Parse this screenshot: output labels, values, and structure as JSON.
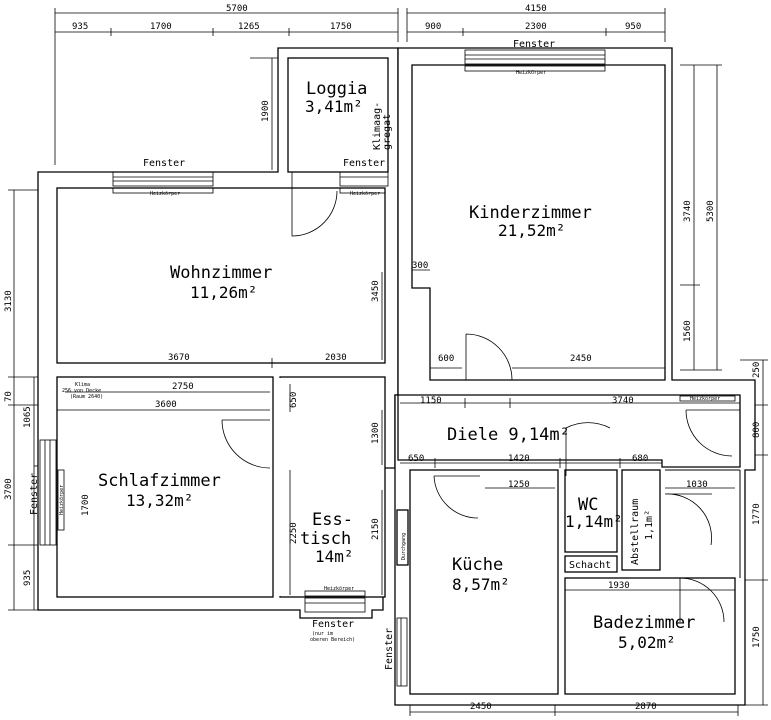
{
  "rooms": {
    "loggia": {
      "name": "Loggia",
      "area": "3,41m²"
    },
    "kinderzimmer": {
      "name": "Kinderzimmer",
      "area": "21,52m²"
    },
    "wohnzimmer": {
      "name": "Wohnzimmer",
      "area": "11,26m²"
    },
    "schlafzimmer": {
      "name": "Schlafzimmer",
      "area": "13,32m²"
    },
    "esstisch": {
      "name1": "Ess-",
      "name2": "tisch",
      "area": "14m²"
    },
    "diele": {
      "label": "Diele 9,14m²"
    },
    "wc": {
      "name": "WC",
      "area": "1,14m²"
    },
    "abstellraum": {
      "name": "Abstellraum",
      "area": "1,1m²"
    },
    "kueche": {
      "name": "Küche",
      "area": "8,57m²"
    },
    "badezimmer": {
      "name": "Badezimmer",
      "area": "5,02m²"
    }
  },
  "labels": {
    "fenster": "Fenster",
    "heizkoerper": "Heizkörper",
    "klimaaggregat1": "Klimaag-",
    "klimaaggregat2": "gregat",
    "schacht": "Schacht",
    "durchgang": "Durchgang",
    "fenster_oben1": "(nur im",
    "fenster_oben2": "oberen Bereich)",
    "klima1": "Klima",
    "klima2": "256 von Decke",
    "klima3": "(Raum 2640)"
  },
  "dimensions": {
    "top_total_left": "5700",
    "top_left": [
      "935",
      "1700",
      "1265",
      "1750"
    ],
    "top_total_right": "4150",
    "top_right": [
      "900",
      "2300",
      "950"
    ],
    "loggia_height": "1900",
    "kinder_right_outer": "5300",
    "kinder_right_inner": [
      "3740",
      "1560"
    ],
    "left_outer": [
      "3130",
      "70",
      "1065",
      "3700",
      "935"
    ],
    "wohn_inner_right": "3450",
    "wohn_bottom": [
      "3670",
      "2030"
    ],
    "schlaf_top": [
      "2750",
      "3600"
    ],
    "schlaf_window": "1700",
    "ess_left_top": "650",
    "ess_left_bottom": "2250",
    "ess_right_top": "1300",
    "ess_right_bottom": "2150",
    "kinder_inner": [
      "300",
      "600",
      "2450"
    ],
    "diele_top": [
      "1150",
      "3740"
    ],
    "diele_inner": [
      "650",
      "1420",
      "680"
    ],
    "kueche_top": "1250",
    "abst_right": "1030",
    "bad_top": "1930",
    "right_side": [
      "250",
      "800",
      "1770",
      "1750"
    ],
    "bottom": [
      "2450",
      "2870"
    ]
  }
}
